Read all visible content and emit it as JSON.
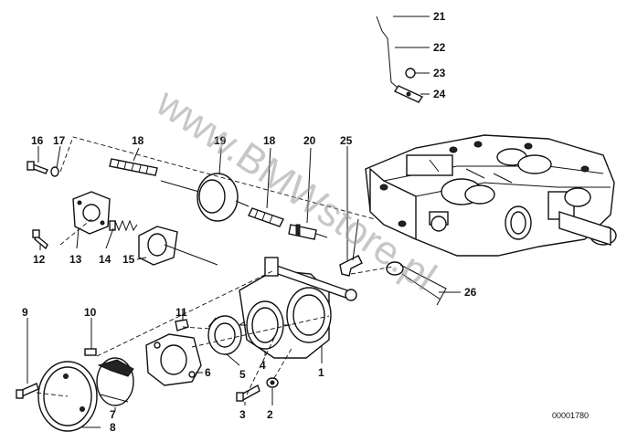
{
  "diagram": {
    "callouts": [
      {
        "id": "c1",
        "label": "1"
      },
      {
        "id": "c2",
        "label": "2"
      },
      {
        "id": "c3",
        "label": "3"
      },
      {
        "id": "c4",
        "label": "4"
      },
      {
        "id": "c5",
        "label": "5"
      },
      {
        "id": "c6",
        "label": "6"
      },
      {
        "id": "c7",
        "label": "7"
      },
      {
        "id": "c8",
        "label": "8"
      },
      {
        "id": "c9",
        "label": "9"
      },
      {
        "id": "c10",
        "label": "10"
      },
      {
        "id": "c11",
        "label": "11"
      },
      {
        "id": "c12",
        "label": "12"
      },
      {
        "id": "c13",
        "label": "13"
      },
      {
        "id": "c14",
        "label": "14"
      },
      {
        "id": "c15",
        "label": "15"
      },
      {
        "id": "c16",
        "label": "16"
      },
      {
        "id": "c17",
        "label": "17"
      },
      {
        "id": "c18a",
        "label": "18"
      },
      {
        "id": "c18b",
        "label": "18"
      },
      {
        "id": "c19",
        "label": "19"
      },
      {
        "id": "c20",
        "label": "20"
      },
      {
        "id": "c21",
        "label": "21"
      },
      {
        "id": "c22",
        "label": "22"
      },
      {
        "id": "c23",
        "label": "23"
      },
      {
        "id": "c24",
        "label": "24"
      },
      {
        "id": "c25",
        "label": "25"
      },
      {
        "id": "c26",
        "label": "26"
      }
    ],
    "reference_number": "00001780",
    "watermark": "www.BMWstore.pl"
  }
}
